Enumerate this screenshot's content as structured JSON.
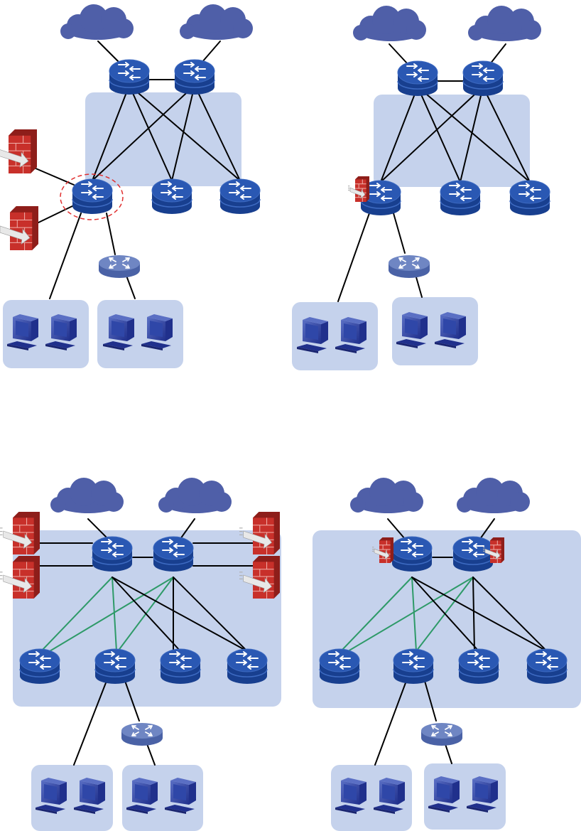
{
  "colors": {
    "cloud": "#4f5fa8",
    "switch_top": "#2a58b3",
    "switch_side": "#183f8f",
    "switch_rim": "#3d6ac1",
    "arrow": "#ffffff",
    "router_top": "#6f86c3",
    "router_side": "#4a62a6",
    "firewall_face": "#c8302a",
    "firewall_dark": "#8e1e1a",
    "firewall_line": "#f0b0aa",
    "zone_fill": "#c5d2ec",
    "link_black": "#000000",
    "link_green": "#2e9a68",
    "highlight_circle": "#e03030",
    "pc_dark": "#20308c",
    "pc_light": "#5a6fc4",
    "pc_screen": "#2f47a8"
  },
  "icons": {
    "cloud": "cloud-icon",
    "core_switch": "core-switch-icon",
    "access_router": "router-icon",
    "firewall": "firewall-icon",
    "pc": "pc-icon"
  },
  "panels": [
    {
      "id": "panel-1",
      "firewall_placement": "external-standalone",
      "firewall_count": 2,
      "links": "black"
    },
    {
      "id": "panel-2",
      "firewall_placement": "integrated-card",
      "firewall_count": 1,
      "links": "black"
    },
    {
      "id": "panel-3",
      "firewall_placement": "external-standalone",
      "firewall_count": 4,
      "links": "black-and-green"
    },
    {
      "id": "panel-4",
      "firewall_placement": "integrated-card",
      "firewall_count": 2,
      "links": "black-and-green"
    }
  ]
}
